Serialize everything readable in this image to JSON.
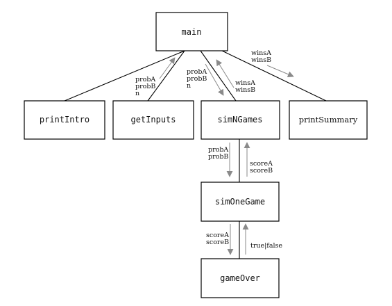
{
  "boxes": {
    "main": "main",
    "printIntro": "printIntro",
    "getInputs": "getInputs",
    "simNGames": "simNGames",
    "printSummary": "printSummary",
    "simOneGame": "simOneGame",
    "gameOver": "gameOver"
  },
  "annotations": {
    "getInputs_return": [
      "probA",
      "probB",
      "n"
    ],
    "simNGames_params": [
      "probA",
      "probB",
      "n"
    ],
    "simNGames_return": [
      "winsA",
      "winsB"
    ],
    "printSummary_params": [
      "winsA",
      "winsB"
    ],
    "simOneGame_params": [
      "probA",
      "probB"
    ],
    "simOneGame_return": [
      "scoreA",
      "scoreB"
    ],
    "gameOver_params": [
      "scoreA",
      "scoreB"
    ],
    "gameOver_return": [
      "true|false"
    ]
  },
  "colors": {
    "box_stroke": "#000000",
    "flow_arrow": "#8a8a8a"
  }
}
